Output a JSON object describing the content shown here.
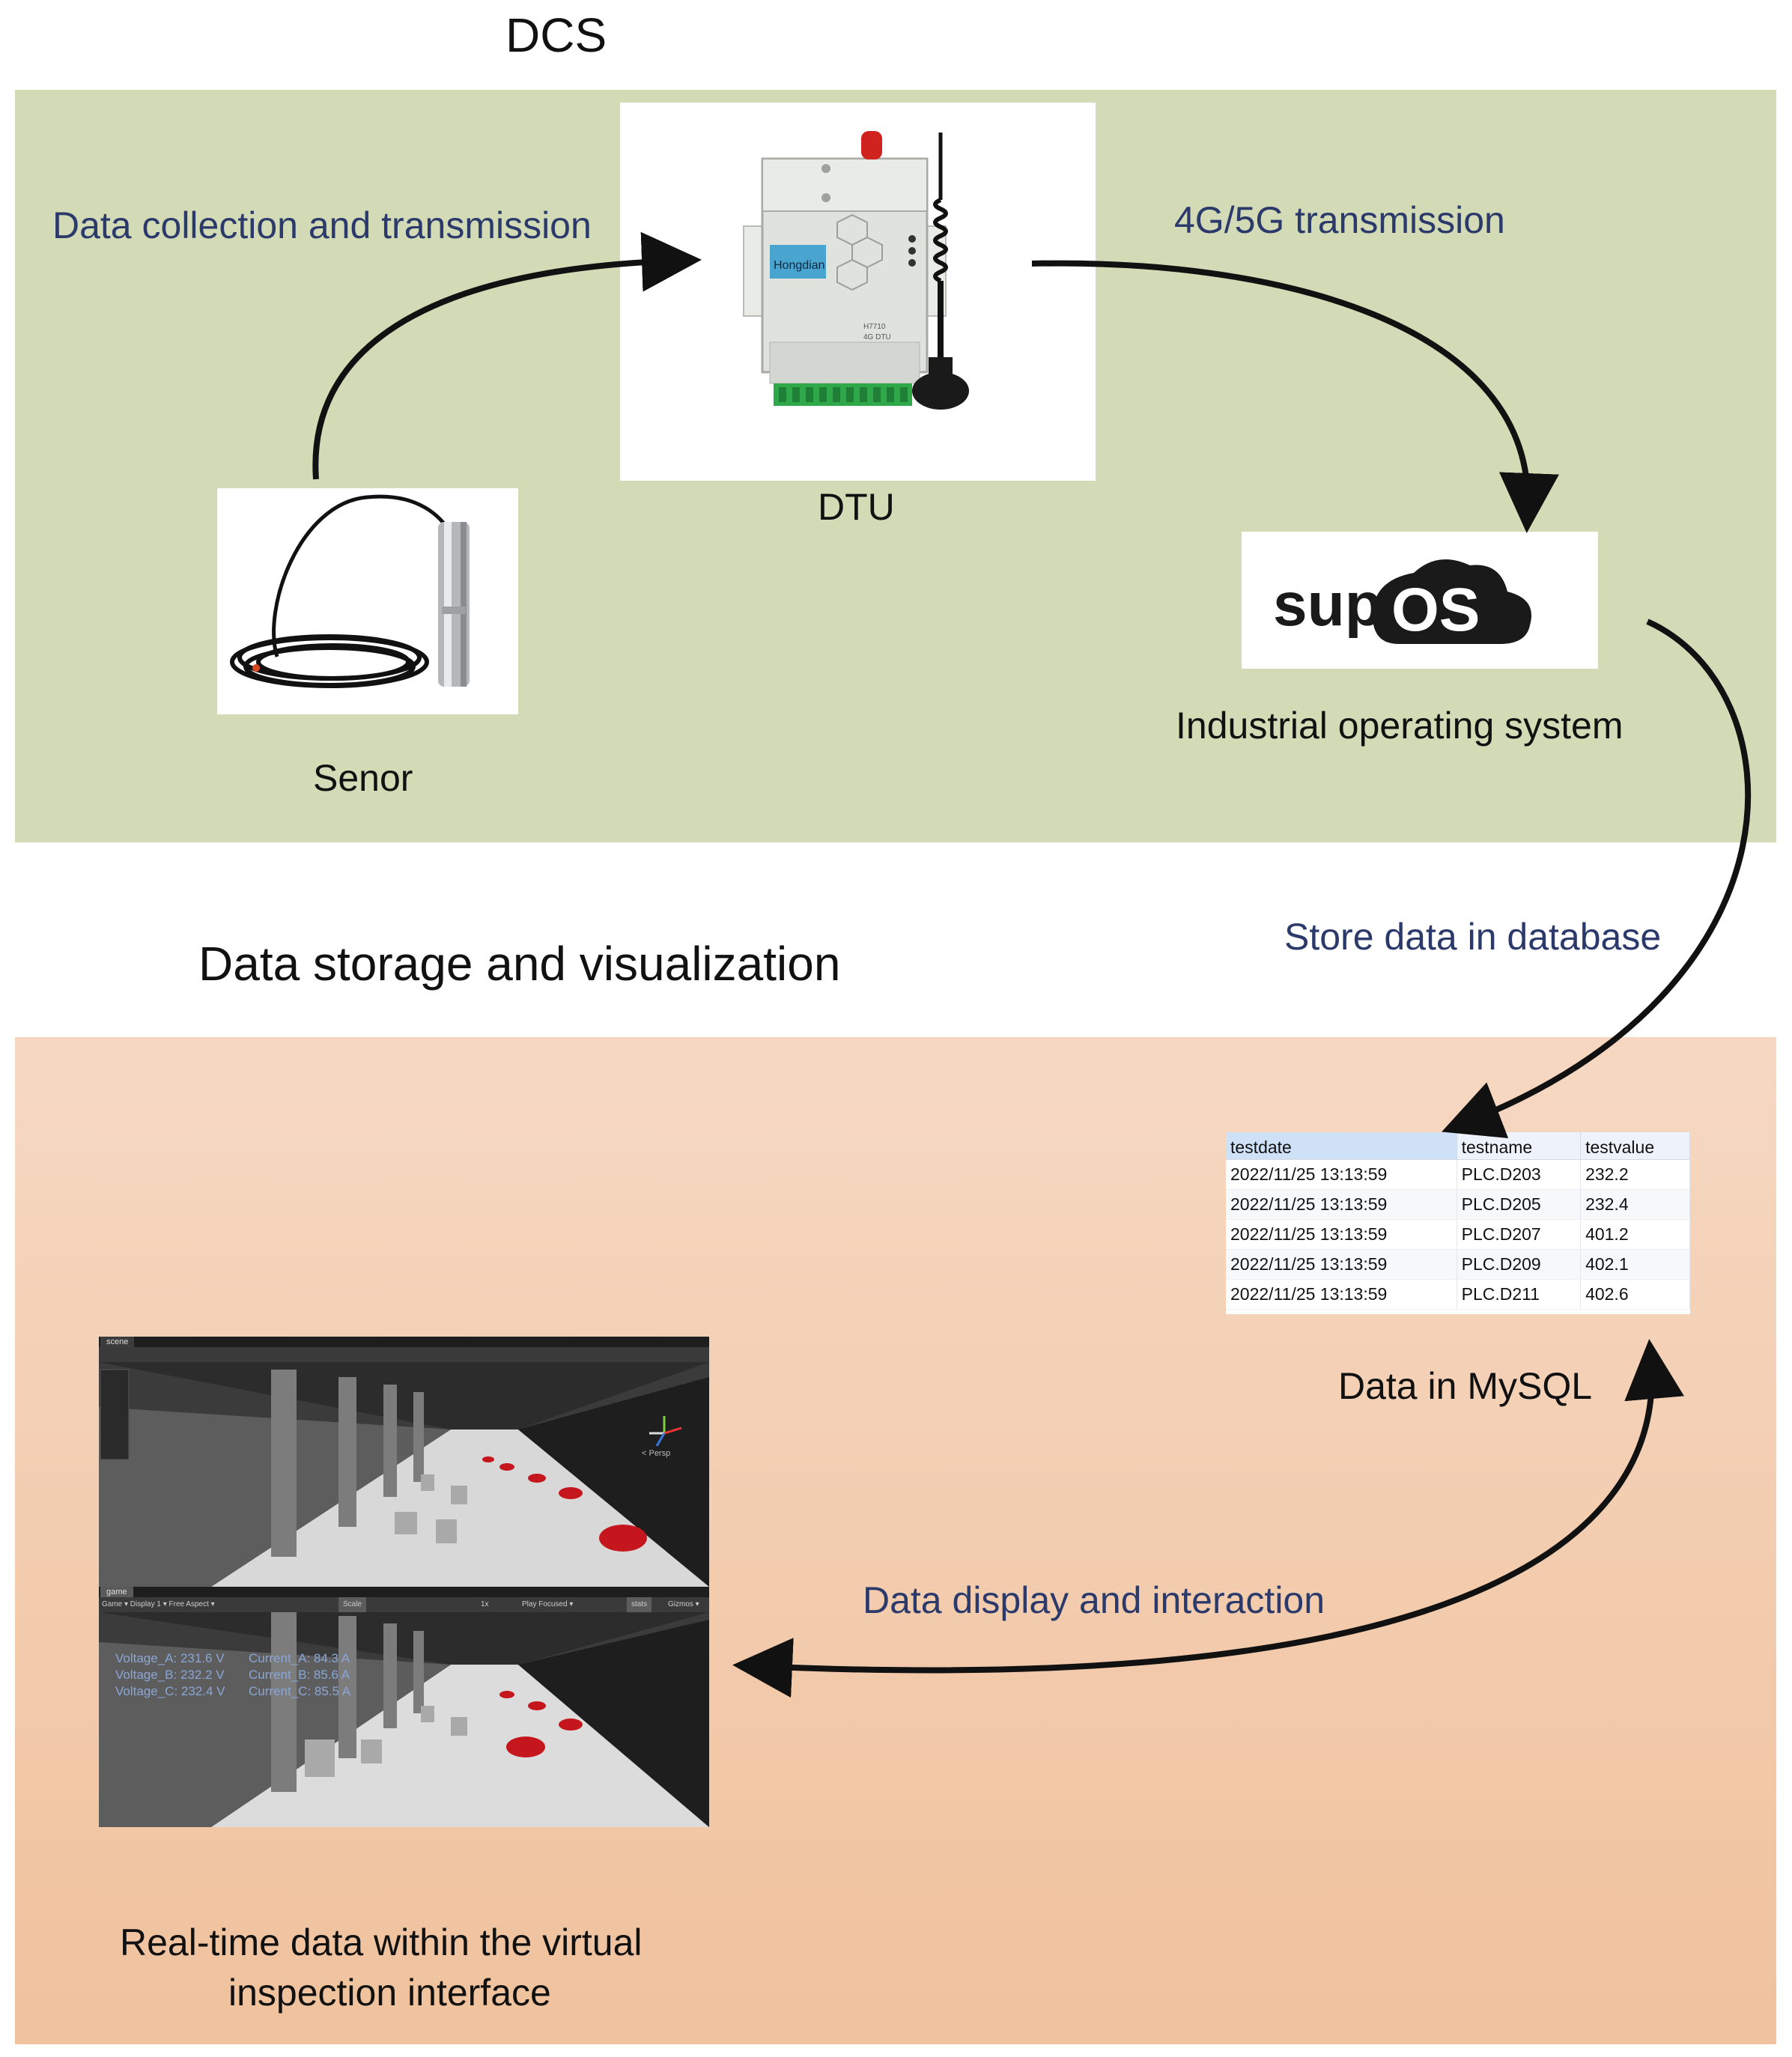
{
  "section_dcs": {
    "title": "DCS"
  },
  "section_storage": {
    "title": "Data storage and visualization"
  },
  "labels": {
    "data_collection": "Data collection and transmission",
    "transmission_4g5g": "4G/5G transmission",
    "dtu": "DTU",
    "sensor": "Senor",
    "industrial_os": "Industrial operating system",
    "store_db": "Store data in database",
    "data_mysql": "Data in MySQL",
    "display_interaction": "Data display and interaction",
    "realtime_line1": "Real-time data within the virtual",
    "realtime_line2": "inspection interface"
  },
  "dtu_device": {
    "brand": "Hongdian",
    "model": "H7710",
    "sub": "4G DTU"
  },
  "supos_logo": {
    "prefix": "sup",
    "suffix": "OS"
  },
  "db_table": {
    "columns": [
      "testdate",
      "testname",
      "testvalue"
    ],
    "rows": [
      [
        "2022/11/25 13:13:59",
        "PLC.D203",
        "232.2"
      ],
      [
        "2022/11/25 13:13:59",
        "PLC.D205",
        "232.4"
      ],
      [
        "2022/11/25 13:13:59",
        "PLC.D207",
        "401.2"
      ],
      [
        "2022/11/25 13:13:59",
        "PLC.D209",
        "402.1"
      ],
      [
        "2022/11/25 13:13:59",
        "PLC.D211",
        "402.6"
      ]
    ]
  },
  "unity": {
    "scene_tab": "scene",
    "game_tab": "game",
    "persp_label": "< Persp",
    "game_toolbar": "Game   ▾    Display 1 ▾   Free Aspect      ▾",
    "scale_label": "Scale",
    "scale_value": "1x",
    "play_focused": "Play Focused  ▾",
    "stats_label": "stats",
    "gizmos_label": "Gizmos ▾",
    "overlay": [
      {
        "voltage": "Voltage_A: 231.6 V",
        "current": "Current_A: 84.3 A"
      },
      {
        "voltage": "Voltage_B: 232.2 V",
        "current": "Current_B: 85.6 A"
      },
      {
        "voltage": "Voltage_C: 232.4 V",
        "current": "Current_C: 85.5 A"
      }
    ]
  },
  "colors": {
    "dcs_panel": "#d3dbb6",
    "storage_panel": "#f2c8a6",
    "label_blue": "#2b3a6b",
    "valve_red": "#c4161c"
  }
}
